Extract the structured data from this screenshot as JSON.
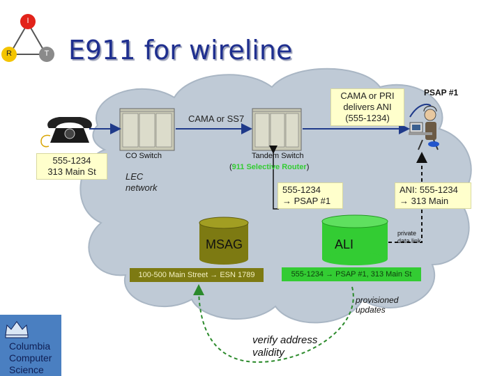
{
  "title": "E911 for wireline",
  "logo_triangle": {
    "top": "I",
    "left": "R",
    "right": "T"
  },
  "cloud_labels": {
    "cama_ss7": "CAMA or SS7",
    "cama_pri": [
      "CAMA or PRI",
      "delivers ANI",
      "(555-1234)"
    ],
    "co_switch": "CO Switch",
    "lec_network": [
      "LEC",
      "network"
    ],
    "tandem_switch": "Tandem Switch",
    "selective_router": "911 Selective Router",
    "route_box": [
      "555-1234",
      "→ PSAP #1"
    ],
    "msag": "MSAG",
    "ali": "ALI"
  },
  "phone_box": [
    "555-1234",
    "313 Main St"
  ],
  "psap_label": "PSAP #1",
  "ani_box": [
    "ANI: 555-1234",
    "→ 313 Main"
  ],
  "private_link": [
    "private",
    "data link"
  ],
  "msag_record": "100-500 Main Street → ESN 1789",
  "ali_record": "555-1234 → PSAP #1, 313 Main St",
  "provisioned": [
    "provisioned",
    "updates"
  ],
  "verify": [
    "verify address",
    "validity"
  ],
  "institution": [
    "Columbia",
    "Computer",
    "Science"
  ],
  "colors": {
    "title": "#1f2f8f",
    "cloud": "#bfcad6",
    "msag": "#7d7a12",
    "ali": "#33cc33",
    "logo": "#4a7fc1"
  }
}
